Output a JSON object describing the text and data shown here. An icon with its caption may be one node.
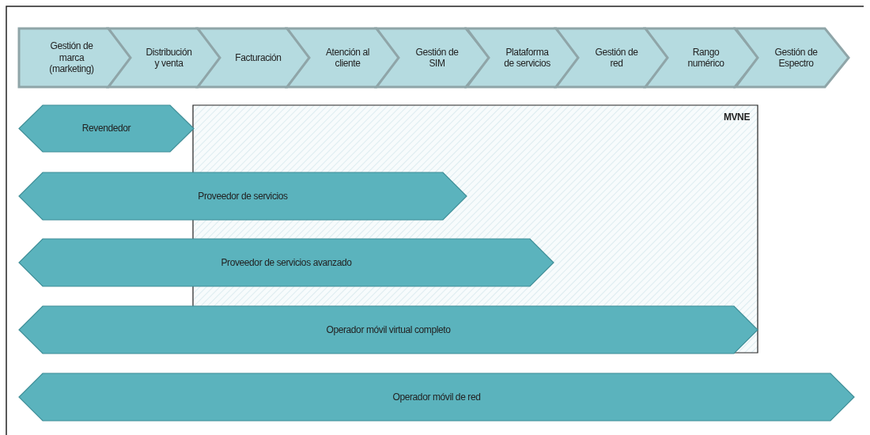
{
  "diagram": {
    "nodes": [
      {
        "text": [
          "Gestión de marca (marketing)"
        ]
      },
      {
        "text": [
          "Distribución y venta"
        ]
      },
      {
        "text": [
          "Facturación"
        ]
      },
      {
        "text": [
          "Atención al cliente"
        ]
      },
      {
        "text": [
          "Gestión de SIM"
        ]
      },
      {
        "text": [
          "Plataforma de servicios"
        ]
      },
      {
        "text": [
          "Gestión de red"
        ]
      },
      {
        "text": [
          "Rango numérico"
        ]
      },
      {
        "text": [
          "Gestión de Espectro"
        ]
      },
      {
        "text": [
          "MVNE"
        ]
      },
      {
        "text": [
          "Revendedor"
        ]
      },
      {
        "text": [
          "Proveedor de servicios"
        ]
      },
      {
        "text": [
          "Proveedor de servicios avanzado"
        ]
      },
      {
        "text": [
          "Operador móvil virtual completo"
        ]
      },
      {
        "text": [
          "Operador móvil de red"
        ]
      }
    ]
  }
}
